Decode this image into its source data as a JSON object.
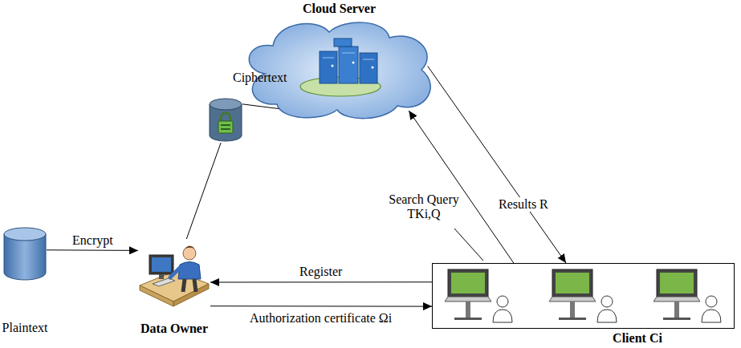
{
  "diagram": {
    "nodes": [
      {
        "text": [
          "Cloud Server"
        ]
      },
      {
        "text": [
          "Ciphertext"
        ]
      },
      {
        "text": [
          "Plaintext"
        ]
      },
      {
        "text": [
          "Data Owner"
        ]
      },
      {
        "text": [
          "Client Ci"
        ]
      }
    ],
    "edges": [
      {
        "from": 2,
        "to": 3,
        "label": "Encrypt",
        "arrow": "to"
      },
      {
        "from": 3,
        "to": 1,
        "arrow": "none"
      },
      {
        "from": 1,
        "to": 0,
        "arrow": "to"
      },
      {
        "from": 4,
        "to": 0,
        "label": "Search Query TKi,Q",
        "arrow": "to"
      },
      {
        "from": 0,
        "to": 4,
        "label": "Results R",
        "arrow": "to"
      },
      {
        "from": 4,
        "to": 3,
        "label": "Register",
        "arrow": "to"
      },
      {
        "from": 3,
        "to": 4,
        "label": "Authorization certificate Ωi",
        "arrow": "to"
      }
    ]
  }
}
